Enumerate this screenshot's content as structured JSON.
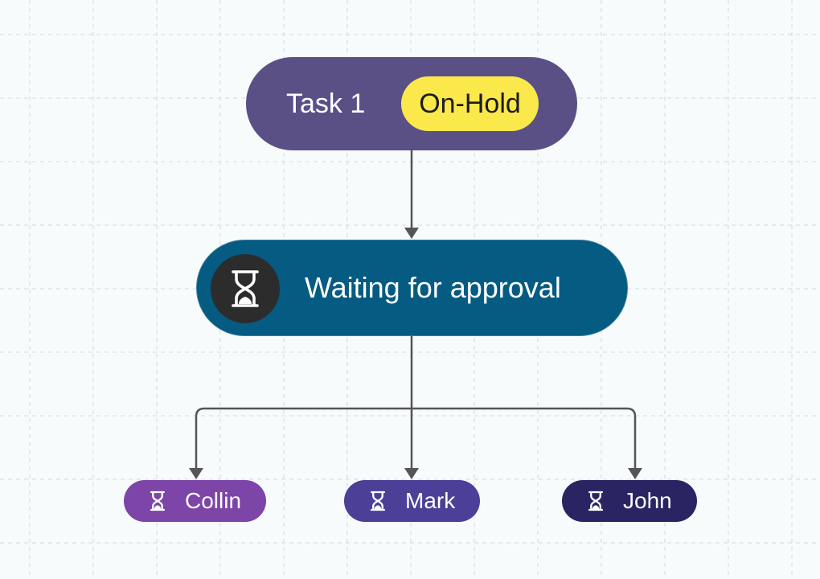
{
  "diagram": {
    "task": {
      "title": "Task 1",
      "status": "On-Hold"
    },
    "waiting": {
      "label": "Waiting for approval",
      "icon": "hourglass-icon"
    },
    "assignees": [
      {
        "name": "Collin",
        "color": "#7d45a8",
        "icon": "hourglass-icon"
      },
      {
        "name": "Mark",
        "color": "#4b3f97",
        "icon": "hourglass-icon"
      },
      {
        "name": "John",
        "color": "#2a2562",
        "icon": "hourglass-icon"
      }
    ]
  },
  "colors": {
    "background": "#f7fbfc",
    "task_node": "#5a5086",
    "status_badge": "#fbe84a",
    "waiting_node": "#055b82",
    "waiting_icon_bg": "#2c2c2c",
    "connector": "#555555"
  }
}
